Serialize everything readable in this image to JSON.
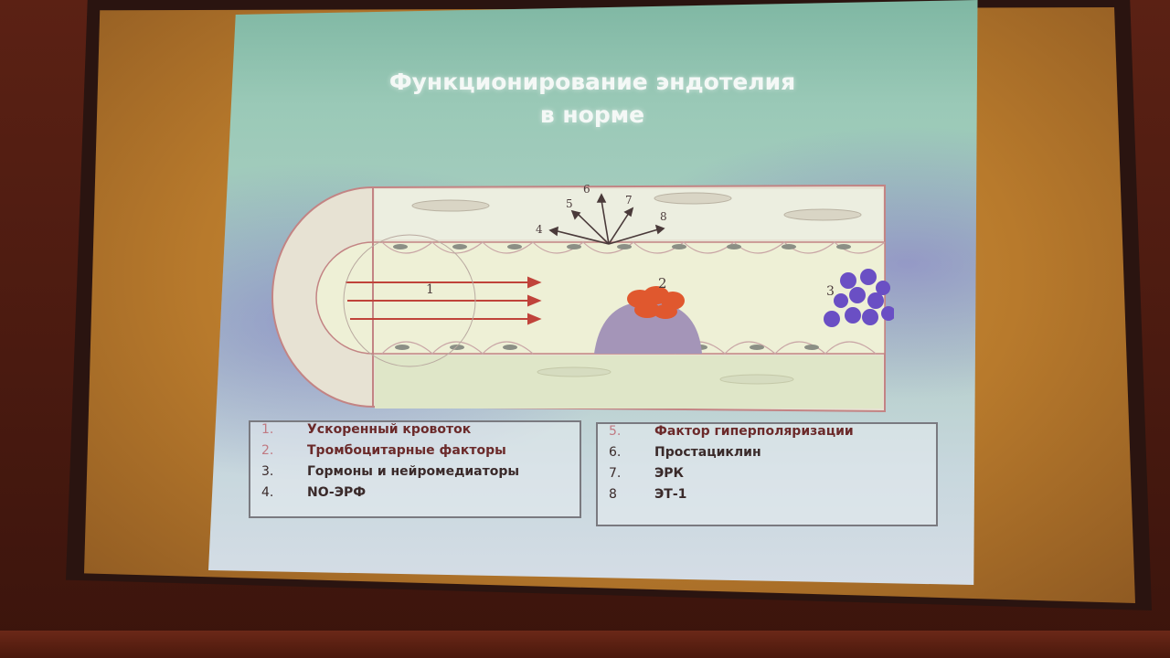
{
  "slide": {
    "title_line1": "Функционирование эндотелия",
    "title_line2": "в норме"
  },
  "diagram": {
    "labels": [
      "1",
      "2",
      "3",
      "4",
      "5",
      "6",
      "7",
      "8"
    ]
  },
  "legend_left": [
    {
      "num": "1.",
      "text": "Ускоренный кровоток"
    },
    {
      "num": "2.",
      "text": "Тромбоцитарные факторы"
    },
    {
      "num": "3.",
      "text": "Гормоны и нейромедиаторы"
    },
    {
      "num": "4.",
      "text": "NO-ЭРФ"
    }
  ],
  "legend_right": [
    {
      "num": "5.",
      "text": "Фактор гиперполяризации"
    },
    {
      "num": "6.",
      "text": "Простациклин"
    },
    {
      "num": "7.",
      "text": "ЭРК"
    },
    {
      "num": "8",
      "text": "ЭТ-1"
    }
  ],
  "colors": {
    "arrow": "#c0433a",
    "platelet": "#e0582e",
    "hormone": "#6a4fc4",
    "vessel_wall": "#eae6d6",
    "lumen": "#eef0d8"
  }
}
